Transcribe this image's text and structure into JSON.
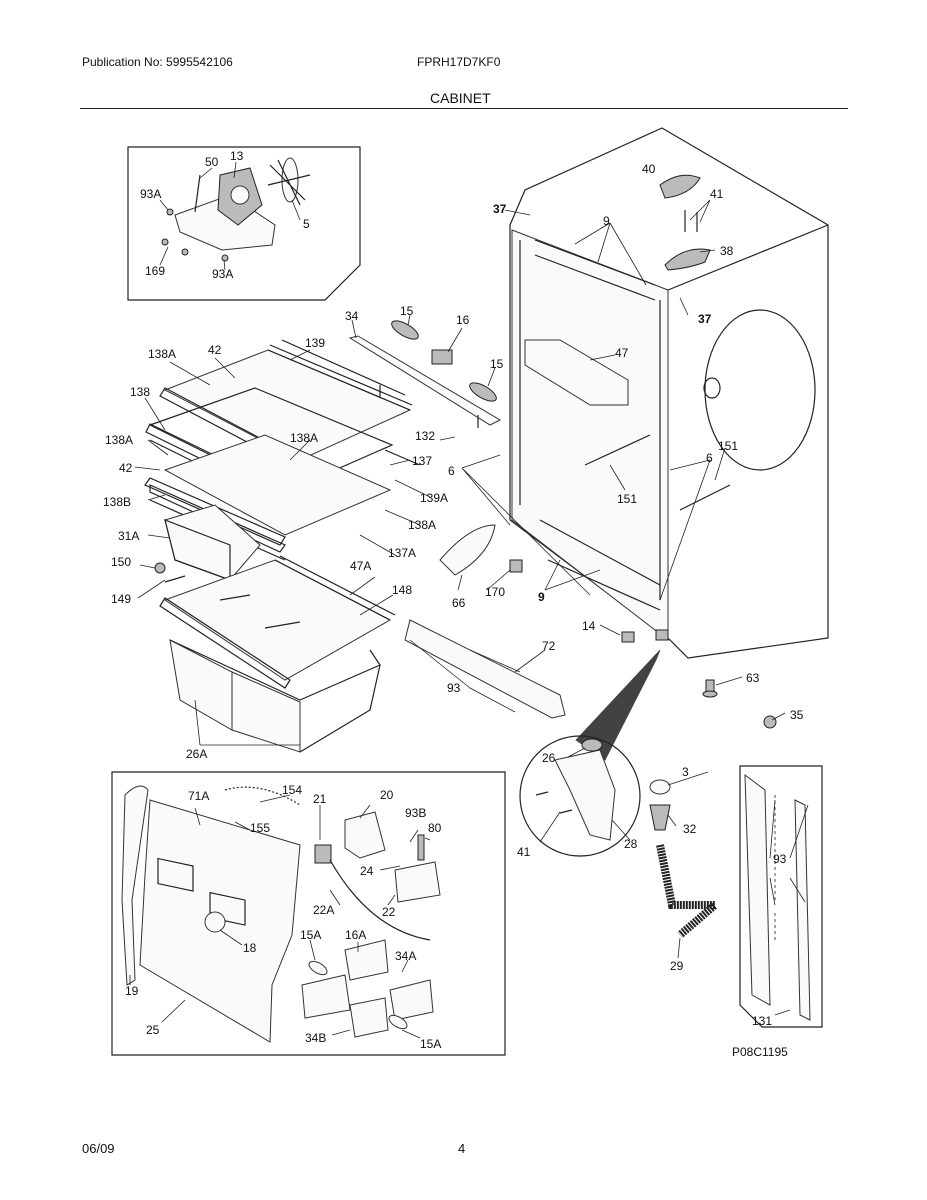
{
  "header": {
    "publication": "Publication No: 5995542106",
    "model": "FPRH17D7KF0",
    "title": "CABINET"
  },
  "footer": {
    "date": "06/09",
    "page": "4"
  },
  "labels": {
    "l50": "50",
    "l13": "13",
    "l93A_a": "93A",
    "l5": "5",
    "l169": "169",
    "l93A_b": "93A",
    "l40": "40",
    "l41_a": "41",
    "l37_a": "37",
    "l9_a": "9",
    "l38": "38",
    "l37_b": "37",
    "l34": "34",
    "l15_a": "15",
    "l16": "16",
    "l15_b": "15",
    "l47": "47",
    "l138A_a": "138A",
    "l42_a": "42",
    "l139": "139",
    "l138": "138",
    "l138A_b": "138A",
    "l138A_c": "138A",
    "l132": "132",
    "l137": "137",
    "l42_b": "42",
    "l6_a": "6",
    "l6_b": "6",
    "l151_a": "151",
    "l151_b": "151",
    "l138B": "138B",
    "l139A": "139A",
    "l138A_d": "138A",
    "l31A": "31A",
    "l137A": "137A",
    "l150": "150",
    "l47A": "47A",
    "l149": "149",
    "l148": "148",
    "l66": "66",
    "l170": "170",
    "l9_b": "9",
    "l14": "14",
    "l72": "72",
    "l93_a": "93",
    "l63": "63",
    "l35": "35",
    "l26A": "26A",
    "l26": "26",
    "l3": "3",
    "l32": "32",
    "l41_b": "41",
    "l28": "28",
    "l29": "29",
    "l93_b": "93",
    "l131": "131",
    "l71A": "71A",
    "l154": "154",
    "l21": "21",
    "l20": "20",
    "l93B": "93B",
    "l155": "155",
    "l80": "80",
    "l24": "24",
    "l22A": "22A",
    "l22": "22",
    "l18": "18",
    "l15A_a": "15A",
    "l16A": "16A",
    "l34A": "34A",
    "l19": "19",
    "l25": "25",
    "l34B": "34B",
    "l15A_b": "15A"
  },
  "diagram_code": "P08C1195"
}
